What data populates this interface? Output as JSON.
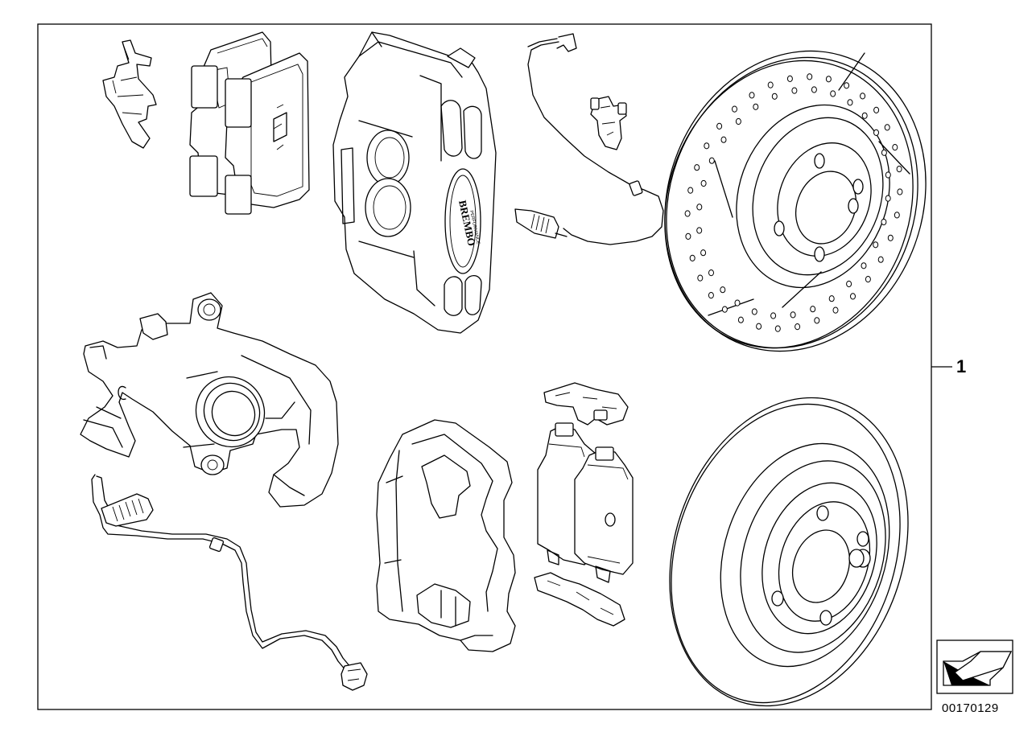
{
  "callout": {
    "label": "1"
  },
  "image_id": "00170129",
  "caliper_logo": {
    "brand": "BREMBO",
    "sub": "PERFORMANCE"
  },
  "nav_icon": "orientation-arrow-icon"
}
